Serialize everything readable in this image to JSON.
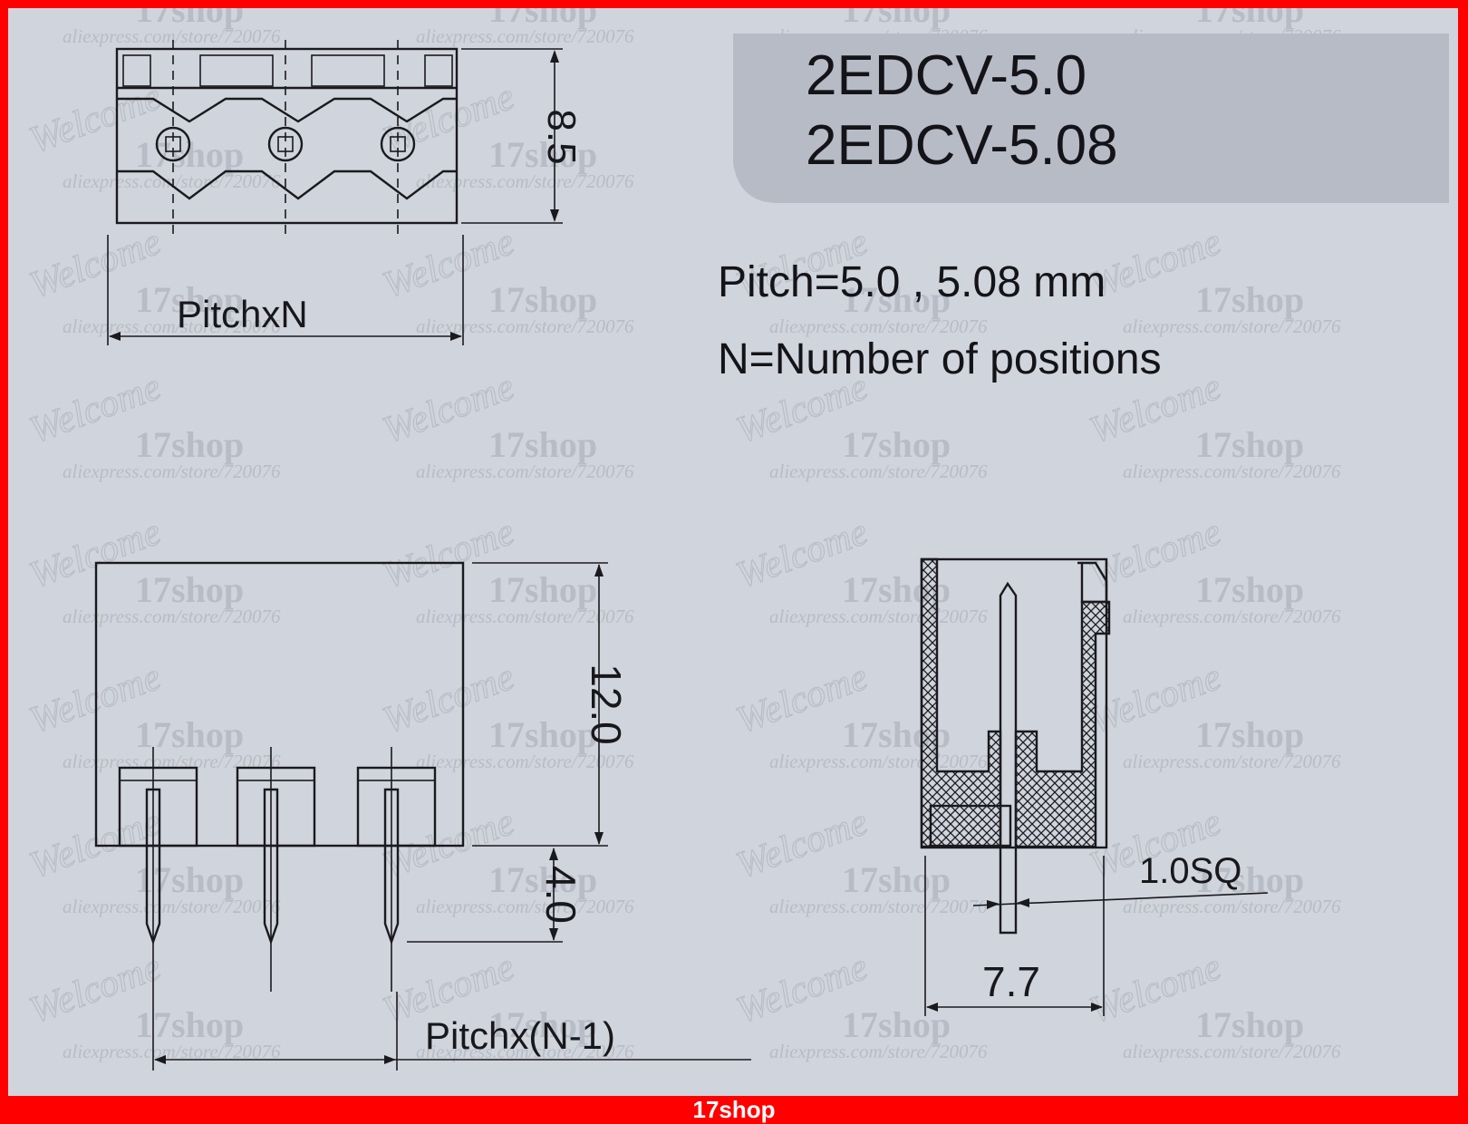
{
  "header_box": {
    "model_1": "2EDCV-5.0",
    "model_2": "2EDCV-5.08"
  },
  "notes": {
    "pitch": "Pitch=5.0 , 5.08 mm",
    "positions": "N=Number of positions"
  },
  "dimensions": {
    "height_top_view": "8.5",
    "width_top_view": "PitchxN",
    "body_height": "12.0",
    "pin_length": "4.0",
    "pin_span": "Pitchx(N-1)",
    "pin_size": "1.0SQ",
    "depth": "7.7"
  },
  "watermark": {
    "url": "aliexpress.com/store/720076",
    "shop": "17shop",
    "welcome": "Welcome"
  },
  "footer": {
    "label": "17shop"
  },
  "colors": {
    "border": "#ff0000",
    "paper": "#d0d4dc",
    "ink": "#1a1a1e",
    "label_box": "#b6bbc6"
  }
}
